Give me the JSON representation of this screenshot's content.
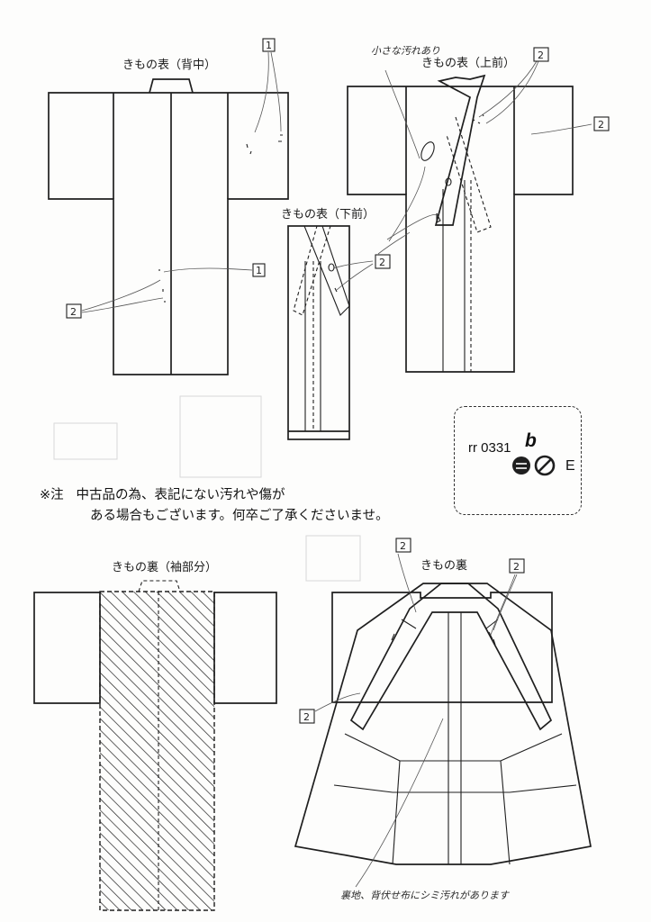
{
  "views": {
    "back": {
      "title": "きもの表（背中）"
    },
    "upper_front": {
      "title": "きもの表（上前）",
      "note": "小さな汚れあり"
    },
    "lower_front": {
      "title": "きもの表（下前）"
    },
    "lining_sleeve": {
      "title": "きもの裏（袖部分）"
    },
    "lining": {
      "title": "きもの裏",
      "note": "裏地、背伏せ布にシミ汚れがあります"
    }
  },
  "marks": {
    "one": "1",
    "two": "2"
  },
  "notice": {
    "prefix": "※注",
    "line1": "中古品の為、表記にない汚れや傷が",
    "line2": "ある場合もございます。何卒ご了承くださいませ。"
  },
  "product": {
    "code": "rr 0331",
    "suffix": "b",
    "grade": "E"
  },
  "colors": {
    "ink": "#1f1f1f",
    "paper": "#fdfdfc"
  }
}
